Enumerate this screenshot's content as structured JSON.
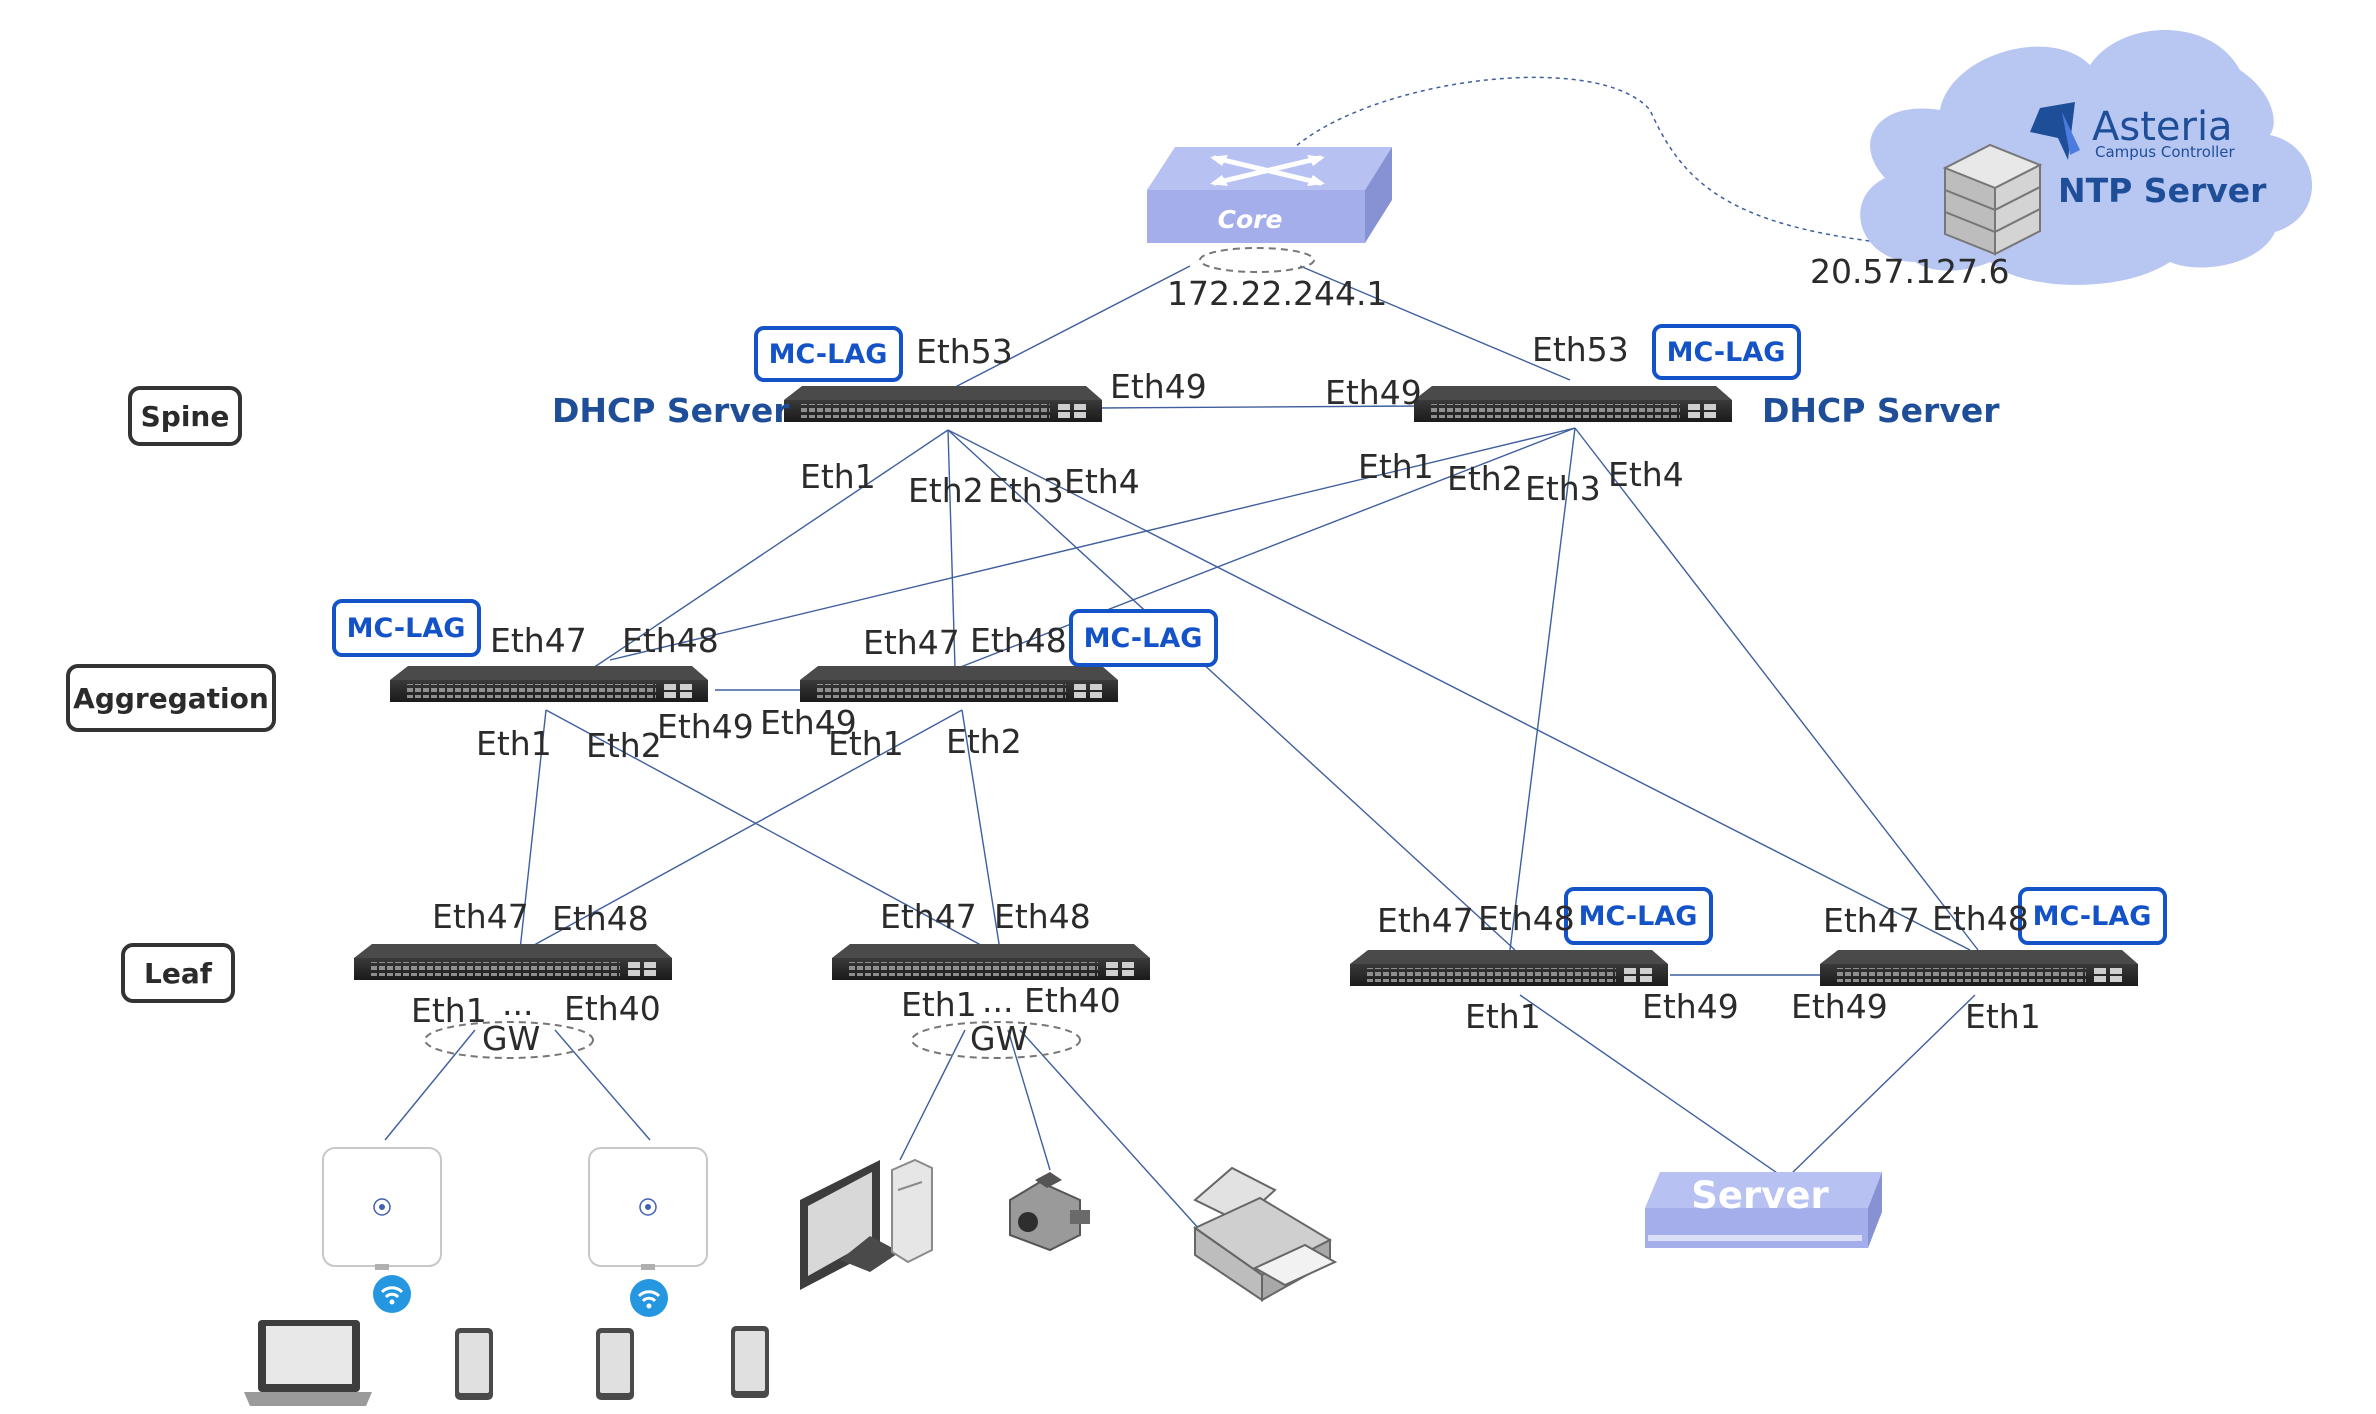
{
  "tiers": {
    "spine": "Spine",
    "aggregation": "Aggregation",
    "leaf": "Leaf"
  },
  "badge": "MC-LAG",
  "core": {
    "label": "Core",
    "ip": "172.22.244.1"
  },
  "cloud": {
    "brand": "Asteria",
    "brand_sub": "Campus Controller",
    "ntp": "NTP Server",
    "ip": "20.57.127.6"
  },
  "spine": {
    "left": {
      "role": "DHCP Server",
      "uplink": "Eth53",
      "peer": "Eth49",
      "p1": "Eth1",
      "p2": "Eth2",
      "p3": "Eth3",
      "p4": "Eth4"
    },
    "right": {
      "role": "DHCP Server",
      "uplink": "Eth53",
      "peer": "Eth49",
      "p1": "Eth1",
      "p2": "Eth2",
      "p3": "Eth3",
      "p4": "Eth4"
    }
  },
  "aggregation": {
    "left": {
      "up1": "Eth47",
      "up2": "Eth48",
      "peer": "Eth49",
      "d1": "Eth1",
      "d2": "Eth2"
    },
    "right": {
      "up1": "Eth47",
      "up2": "Eth48",
      "peer": "Eth49",
      "d1": "Eth1",
      "d2": "Eth2"
    }
  },
  "leaves": {
    "l1": {
      "up1": "Eth47",
      "up2": "Eth48",
      "d1": "Eth1",
      "dots": "...",
      "d2": "Eth40",
      "gw": "GW"
    },
    "l2": {
      "up1": "Eth47",
      "up2": "Eth48",
      "d1": "Eth1",
      "dots": "...",
      "d2": "Eth40",
      "gw": "GW"
    },
    "l3": {
      "up1": "Eth47",
      "up2": "Eth48",
      "peer": "Eth49",
      "d1": "Eth1"
    },
    "l4": {
      "up1": "Eth47",
      "up2": "Eth48",
      "peer": "Eth49",
      "d1": "Eth1"
    }
  },
  "server": {
    "label": "Server"
  },
  "colors": {
    "link": "#3f5f9e",
    "badge": "#1452c8",
    "accent": "#1f4e99",
    "cloud": "#b8c6f2",
    "device": "#aab4ec"
  },
  "icons": [
    "network-switch-icon",
    "server-icon",
    "cloud-icon",
    "access-point-icon",
    "wifi-icon",
    "laptop-icon",
    "phone-icon",
    "desktop-computer-icon",
    "camera-icon",
    "printer-icon",
    "server-stack-icon",
    "asteria-logo-icon"
  ]
}
